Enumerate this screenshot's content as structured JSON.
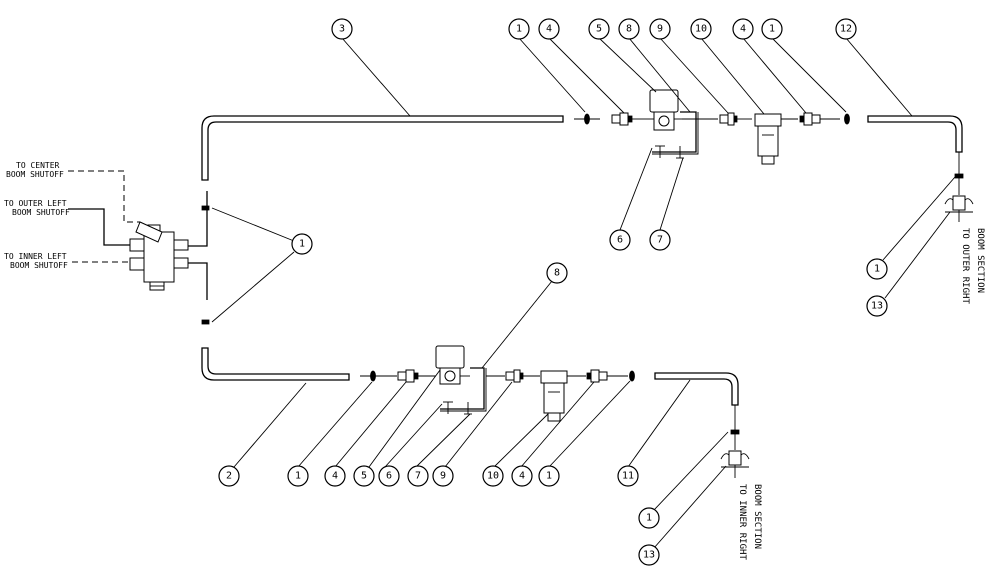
{
  "callouts": {
    "c3": "3",
    "c1_top_a": "1",
    "c4_top_a": "4",
    "c5_top": "5",
    "c8_top": "8",
    "c9_top": "9",
    "c10_top": "10",
    "c4_top_b": "4",
    "c1_top_b": "1",
    "c12": "12",
    "c6_top": "6",
    "c7_top": "7",
    "c1_mid": "1",
    "c1_right": "1",
    "c13_right": "13",
    "c8_bot": "8",
    "c2": "2",
    "c1_bot_a": "1",
    "c4_bot_a": "4",
    "c5_bot": "5",
    "c6_bot": "6",
    "c7_bot": "7",
    "c9_bot": "9",
    "c10_bot": "10",
    "c4_bot_b": "4",
    "c1_bot_b": "1",
    "c11": "11",
    "c1_bot_right": "1",
    "c13_bot": "13"
  },
  "labels": {
    "to_center_1": "TO CENTER",
    "to_center_2": "BOOM SHUTOFF",
    "to_outer_left_1": "TO OUTER LEFT",
    "to_outer_left_2": "BOOM SHUTOFF",
    "to_inner_left_1": "TO INNER LEFT",
    "to_inner_left_2": "BOOM SHUTOFF",
    "outer_right_1": "BOOM SECTION",
    "outer_right_2": "TO OUTER RIGHT",
    "inner_right_1": "BOOM SECTION",
    "inner_right_2": "TO INNER RIGHT"
  }
}
